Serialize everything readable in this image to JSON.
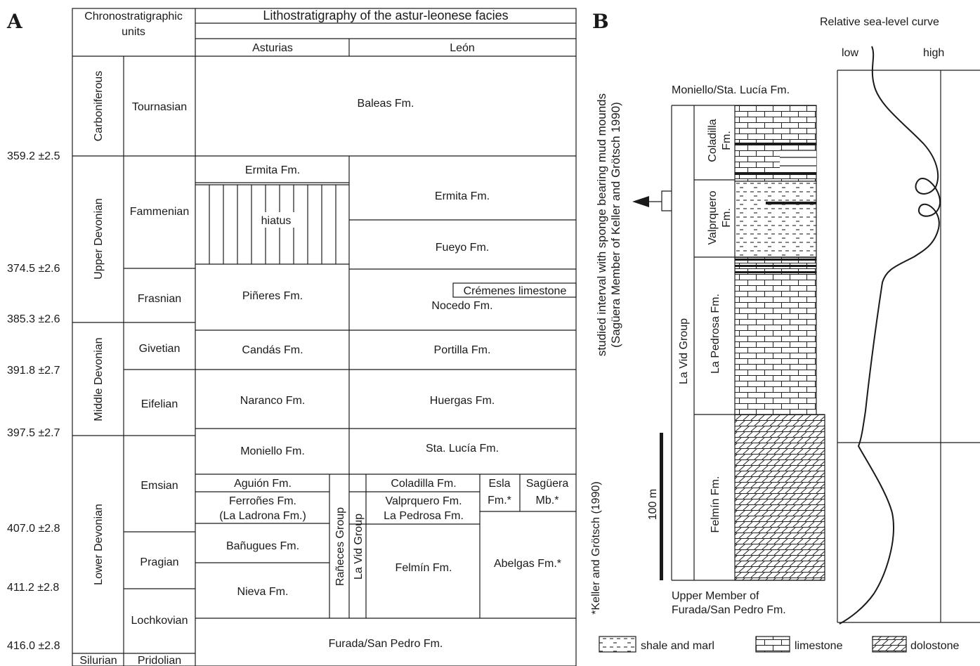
{
  "panel_a": {
    "letter": "A",
    "header_chrono": [
      "Chronostratigraphic",
      "units"
    ],
    "header_litho": "Lithostratigraphy of the astur-leonese facies",
    "header_asturias": "Asturias",
    "header_leon": "León",
    "ages": [
      "359.2 ±2.5",
      "374.5 ±2.6",
      "385.3 ±2.6",
      "391.8 ±2.7",
      "397.5 ±2.7",
      "407.0 ±2.8",
      "411.2 ±2.8",
      "416.0 ±2.8"
    ],
    "systems": [
      {
        "id": "carboniferous",
        "label": "Carboniferous"
      },
      {
        "id": "upper-devonian",
        "label": "Upper Devonian"
      },
      {
        "id": "middle-devonian",
        "label": "Middle Devonian"
      },
      {
        "id": "lower-devonian",
        "label": "Lower Devonian"
      },
      {
        "id": "silurian",
        "label": "Silurian"
      }
    ],
    "stages": [
      {
        "id": "tournasian",
        "label": "Tournasian"
      },
      {
        "id": "fammenian",
        "label": "Fammenian"
      },
      {
        "id": "frasnian",
        "label": "Frasnian"
      },
      {
        "id": "givetian",
        "label": "Givetian"
      },
      {
        "id": "eifelian",
        "label": "Eifelian"
      },
      {
        "id": "emsian",
        "label": "Emsian"
      },
      {
        "id": "pragian",
        "label": "Pragian"
      },
      {
        "id": "lochkovian",
        "label": "Lochkovian"
      },
      {
        "id": "pridolian",
        "label": "Pridolian"
      }
    ],
    "formations": [
      {
        "id": "baleas",
        "label": "Baleas Fm."
      },
      {
        "id": "ermita-asturias",
        "label": "Ermita Fm."
      },
      {
        "id": "hiatus",
        "label": "hiatus"
      },
      {
        "id": "ermita-leon",
        "label": "Ermita Fm."
      },
      {
        "id": "fueyo",
        "label": "Fueyo Fm."
      },
      {
        "id": "pineres",
        "label": "Piñeres Fm."
      },
      {
        "id": "cremenes",
        "label": "Crémenes limestone"
      },
      {
        "id": "nocedo",
        "label": "Nocedo Fm."
      },
      {
        "id": "candas",
        "label": "Candás Fm."
      },
      {
        "id": "portilla",
        "label": "Portilla Fm."
      },
      {
        "id": "naranco",
        "label": "Naranco Fm."
      },
      {
        "id": "huergas",
        "label": "Huergas Fm."
      },
      {
        "id": "moniello",
        "label": "Moniello Fm."
      },
      {
        "id": "sta-lucia",
        "label": "Sta. Lucía Fm."
      },
      {
        "id": "aguion",
        "label": "Aguión Fm."
      },
      {
        "id": "ferrones",
        "label": "Ferroñes Fm."
      },
      {
        "id": "la-ladrona",
        "label": "(La Ladrona Fm.)"
      },
      {
        "id": "banugues",
        "label": "Bañugues Fm."
      },
      {
        "id": "nieva",
        "label": "Nieva Fm."
      },
      {
        "id": "coladilla",
        "label": "Coladilla Fm."
      },
      {
        "id": "valprquero",
        "label": "Valprquero Fm."
      },
      {
        "id": "la-pedrosa",
        "label": "La Pedrosa Fm."
      },
      {
        "id": "felmin",
        "label": "Felmín Fm."
      },
      {
        "id": "esla-1",
        "label": "Esla"
      },
      {
        "id": "esla-2",
        "label": "Fm.*"
      },
      {
        "id": "saguera-1",
        "label": "Sagüera"
      },
      {
        "id": "saguera-2",
        "label": "Mb.*"
      },
      {
        "id": "abelgas",
        "label": "Abelgas Fm.*"
      },
      {
        "id": "furada",
        "label": "Furada/San Pedro Fm."
      }
    ],
    "groups": {
      "ranneces": "Rañeces Group",
      "la_vid": "La Vid Group"
    }
  },
  "panel_b": {
    "letter": "B",
    "curve_title": "Relative sea-level curve",
    "low": "low",
    "high": "high",
    "top_label": "Moniello/Sta. Lucía Fm.",
    "bottom_label": [
      "Upper Member of",
      "Furada/San Pedro Fm."
    ],
    "group_label": "La Vid Group",
    "units": [
      {
        "id": "coladilla",
        "lines": [
          "Coladilla",
          "Fm."
        ]
      },
      {
        "id": "valprquero",
        "lines": [
          "Valprquero",
          "Fm."
        ]
      },
      {
        "id": "la-pedrosa",
        "lines": [
          "La Pedrosa Fm."
        ]
      },
      {
        "id": "felmin",
        "lines": [
          "Felmín Fm."
        ]
      }
    ],
    "scale_label": "100 m",
    "studied_interval": [
      "studied interval with sponge bearing mud mounds",
      "(Sagüera Member of Keller and Grötsch 1990)"
    ],
    "reference_note": "*Keller and Grötsch (1990)",
    "legend": [
      {
        "id": "shale",
        "label": "shale and marl",
        "pattern": "shale-marl"
      },
      {
        "id": "limestone",
        "label": "limestone",
        "pattern": "limestone"
      },
      {
        "id": "dolostone",
        "label": "dolostone",
        "pattern": "dolostone"
      }
    ]
  }
}
